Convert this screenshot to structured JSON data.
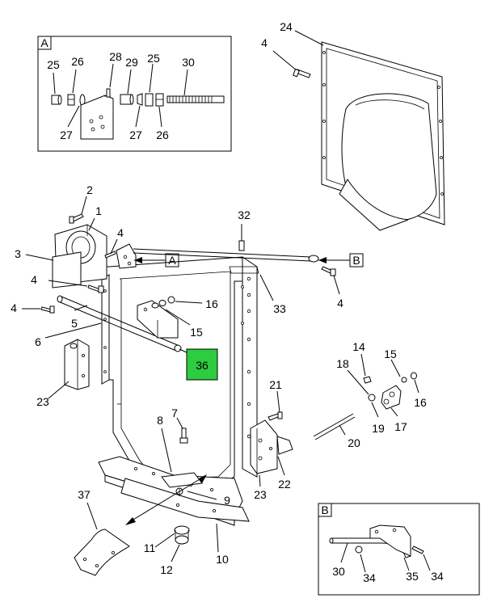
{
  "detail_a": {
    "tag": "A"
  },
  "detail_b": {
    "tag": "B"
  },
  "pointer_tags": {
    "a": "A",
    "b": "B"
  },
  "callouts": {
    "a25": "25",
    "a26": "26",
    "a28": "28",
    "a29": "29",
    "a25b": "25",
    "a30": "30",
    "a27": "27",
    "a27b": "27",
    "a26b": "26",
    "c24": "24",
    "c4_top": "4",
    "c2": "2",
    "c1": "1",
    "c3": "3",
    "c4_a": "4",
    "c4_b": "4",
    "c4_c": "4",
    "c5": "5",
    "c6": "6",
    "c23_left": "23",
    "c32": "32",
    "c33": "33",
    "c4_right": "4",
    "c16": "16",
    "c15": "15",
    "c36": "36",
    "c7": "7",
    "c8": "8",
    "c9": "9",
    "c21": "21",
    "c23_right": "23",
    "c22": "22",
    "c14": "14",
    "c18": "18",
    "c15b": "15",
    "c16b": "16",
    "c19": "19",
    "c17": "17",
    "c20": "20",
    "c37": "37",
    "c11": "11",
    "c12": "12",
    "c10": "10",
    "b30": "30",
    "b34a": "34",
    "b35": "35",
    "b34b": "34"
  },
  "highlight_color": "#2ecc40"
}
